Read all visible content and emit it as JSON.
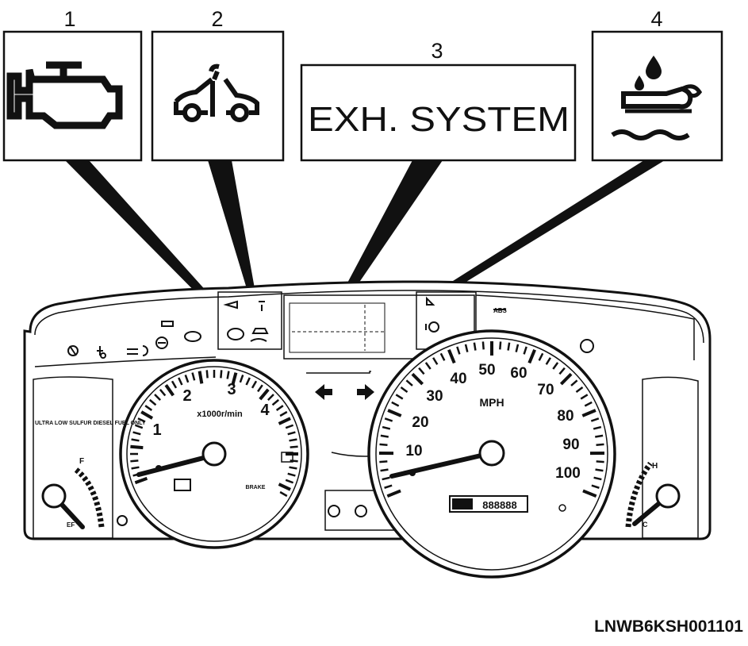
{
  "callouts": [
    {
      "number": "1",
      "icon": "check-engine-icon"
    },
    {
      "number": "2",
      "icon": "service-vehicle-icon"
    },
    {
      "number": "3",
      "text": "EXH. SYSTEM"
    },
    {
      "number": "4",
      "icon": "coolant-overheat-icon"
    }
  ],
  "tachometer": {
    "ticks": [
      "1",
      "2",
      "3",
      "4"
    ],
    "unit": "x1000r/min",
    "warning_text": "ULTRA LOW SULFUR DIESEL FUEL ONLY",
    "cluster_labels": [
      "BRAKE",
      "ABS"
    ],
    "fuel_labels": [
      "F",
      "EF"
    ]
  },
  "speedometer": {
    "mph_ticks": [
      "10",
      "20",
      "30",
      "40",
      "50",
      "60",
      "70",
      "80",
      "90",
      "100"
    ],
    "unit": "MPH",
    "odometer": "888888",
    "temp_labels": [
      "H",
      "C"
    ]
  },
  "document_code": "LNWB6KSH001101"
}
